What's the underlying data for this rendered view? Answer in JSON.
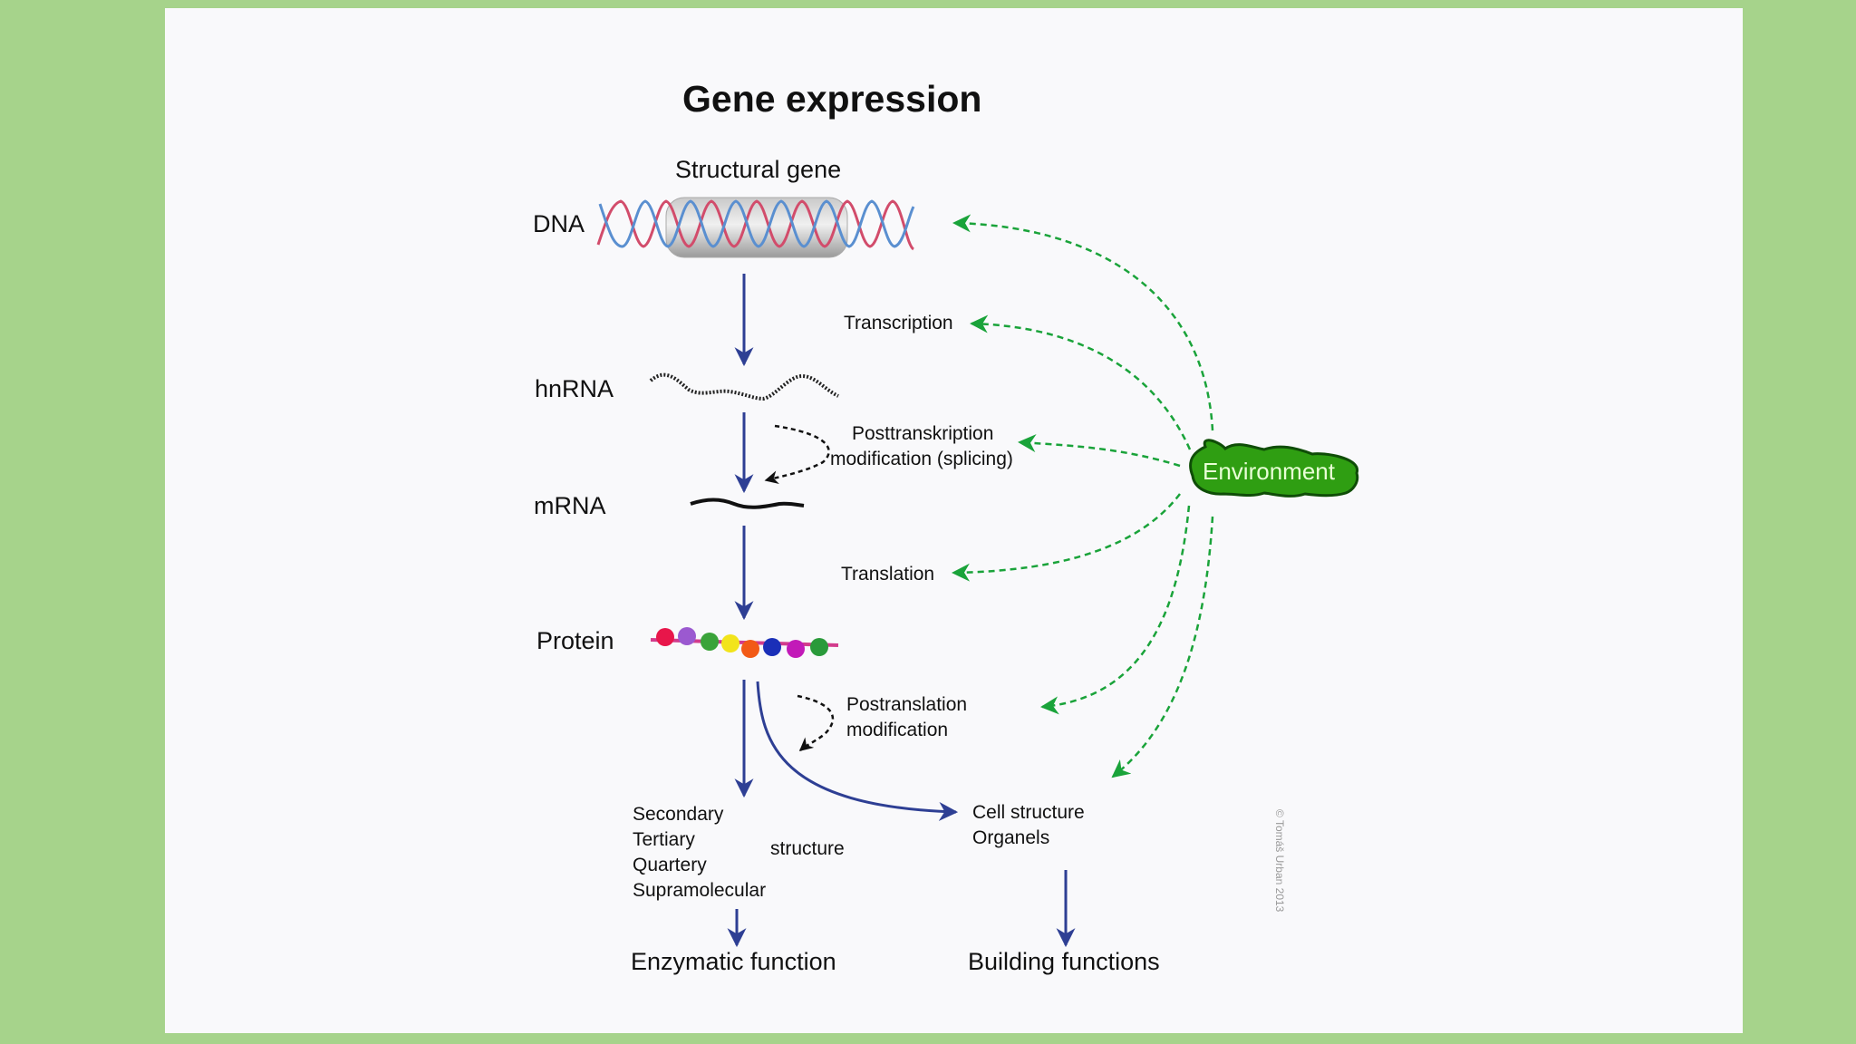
{
  "title": "Gene expression",
  "structural_gene": "Structural gene",
  "levels": {
    "dna": "DNA",
    "hnrna": "hnRNA",
    "mrna": "mRNA",
    "protein": "Protein"
  },
  "processes": {
    "transcription": "Transcription",
    "posttranscription_1": "Posttranskription",
    "posttranscription_2": "modification (splicing)",
    "translation": "Translation",
    "postranslation_1": "Postranslation",
    "postranslation_2": "modification"
  },
  "structure_list": [
    "Secondary",
    "Tertiary",
    "Quartery",
    "Supramolecular"
  ],
  "structure_word": "structure",
  "cell_list": [
    "Cell structure",
    "Organels"
  ],
  "outcomes": {
    "enzymatic": "Enzymatic function",
    "building": "Building functions"
  },
  "environment": "Environment",
  "copyright": "© Tomáš Urban 2013",
  "colors": {
    "arrow_blue": "#2e3f94",
    "env_green": "#1aa33a",
    "env_fill": "#2f9e12"
  },
  "protein_bead_colors": [
    "#e8164a",
    "#9b59d0",
    "#3aa33a",
    "#f2e41b",
    "#f25a16",
    "#1a2fb8",
    "#c21ab8",
    "#2a9a3a"
  ]
}
